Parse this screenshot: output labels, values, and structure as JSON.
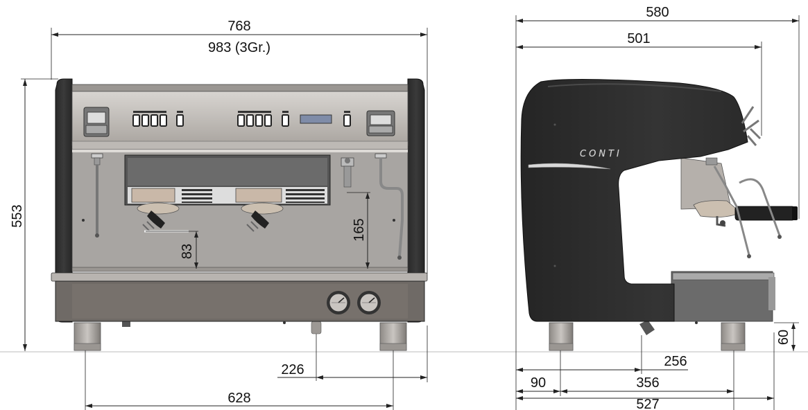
{
  "front_view": {
    "width_2gr": "768",
    "width_3gr": "983 (3Gr.)",
    "height": "553",
    "tray_clearance": "83",
    "cup_height": "165",
    "drain_offset": "226",
    "feet_spacing": "628"
  },
  "side_view": {
    "depth_total": "580",
    "depth_body": "501",
    "feet_height": "60",
    "drain_from_front": "256",
    "front_foot_offset": "90",
    "feet_spacing": "356",
    "base_depth": "527",
    "brand_label": "CONTI"
  },
  "colors": {
    "body": "#2b2b2b",
    "panel": "#c9c6c2",
    "steel": "#8a8580",
    "base": "#6f6a66"
  }
}
